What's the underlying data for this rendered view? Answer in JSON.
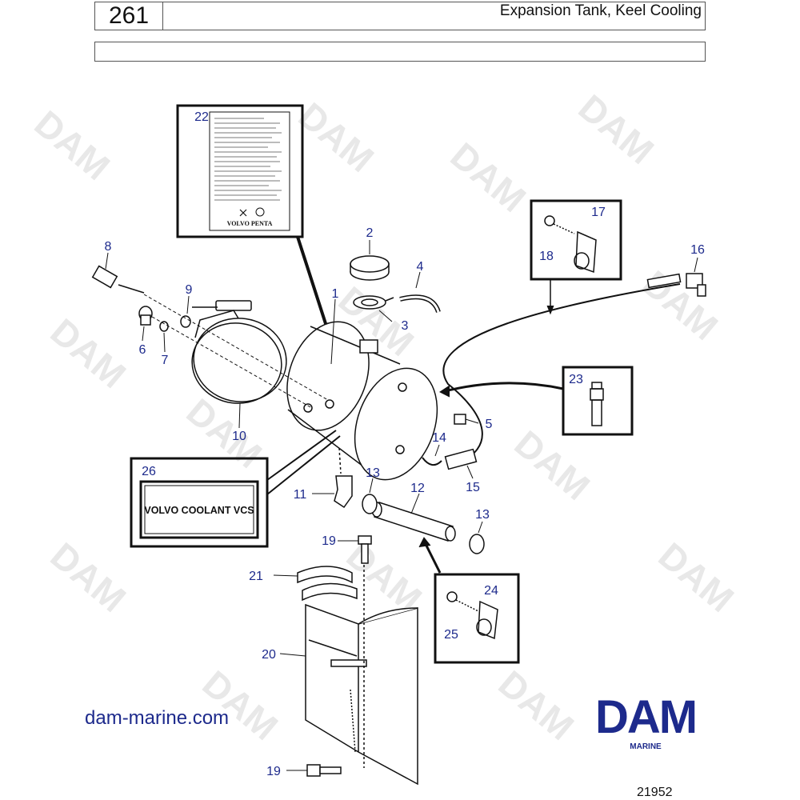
{
  "header": {
    "page_number": "261",
    "title": "Expansion Tank, Keel Cooling"
  },
  "label_26_text": "VOLVO COOLANT VCS",
  "decal_22_brand": "VOLVO PENTA",
  "website": "dam-marine.com",
  "logo": {
    "wordmark": "DAM",
    "tagline": "MARINE"
  },
  "image_number": "21952",
  "callouts": [
    "1",
    "2",
    "3",
    "4",
    "5",
    "6",
    "7",
    "8",
    "9",
    "10",
    "11",
    "12",
    "13",
    "13",
    "14",
    "15",
    "16",
    "17",
    "18",
    "19",
    "19",
    "20",
    "21",
    "22",
    "23",
    "24",
    "25",
    "26"
  ],
  "colors": {
    "callout": "#1d2a8c",
    "line": "#111111",
    "watermark": "#e6e6e6"
  }
}
